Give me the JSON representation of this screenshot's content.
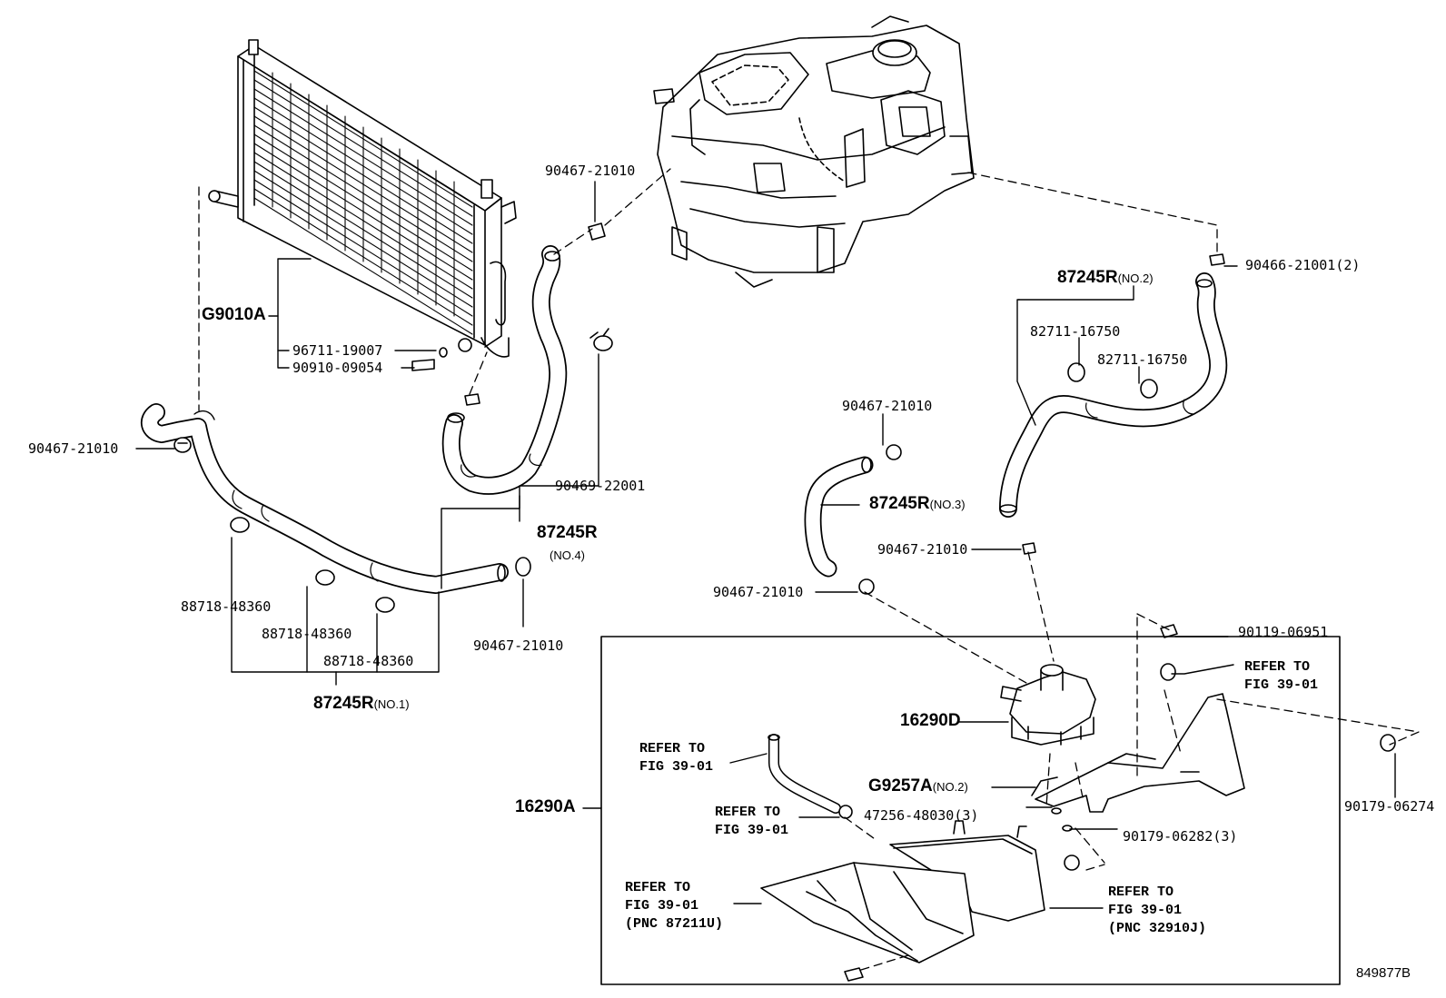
{
  "diagram_id": "849877B",
  "assemblies": {
    "radiator": "G9010A",
    "hose_no1": "87245R",
    "hose_no1_suffix": "(NO.1)",
    "hose_no2": "87245R",
    "hose_no2_suffix": "(NO.2)",
    "hose_no3": "87245R",
    "hose_no3_suffix": "(NO.3)",
    "hose_no4": "87245R",
    "hose_no4_suffix": "(NO.4)",
    "pump": "16290D",
    "bracket": "G9257A",
    "bracket_suffix": "(NO.2)",
    "reservoir_assy": "16290A"
  },
  "parts": {
    "drain_cock": "96711-19007",
    "sensor": "90910-09054",
    "clip_left": "90467-21010",
    "clip_top": "90467-21010",
    "clip_no1_end": "90467-21010",
    "clip_no3_top": "90467-21010",
    "clip_pump_top": "90467-21010",
    "clip_no3_bottom": "90467-21010",
    "clamp_no4": "90469-22001",
    "clamp_no2_a": "82711-16750",
    "clamp_no2_b": "82711-16750",
    "clamp_right": "90466-21001(2)",
    "clamp_no1_a": "88718-48360",
    "clamp_no1_b": "88718-48360",
    "clamp_no1_c": "88718-48360",
    "bolt": "90119-06951",
    "nut_right": "90179-06274",
    "washer": "47256-48030(3)",
    "nut_bracket": "90179-06282(3)"
  },
  "references": {
    "ref_top_right": [
      "REFER TO",
      "FIG 39-01"
    ],
    "ref_hose_top": [
      "REFER TO",
      "FIG 39-01"
    ],
    "ref_hose_clip": [
      "REFER TO",
      "FIG 39-01"
    ],
    "ref_duct": [
      "REFER TO",
      "FIG 39-01",
      "(PNC 87211U)"
    ],
    "ref_reservoir": [
      "REFER TO",
      "FIG 39-01",
      "(PNC 32910J)"
    ]
  }
}
